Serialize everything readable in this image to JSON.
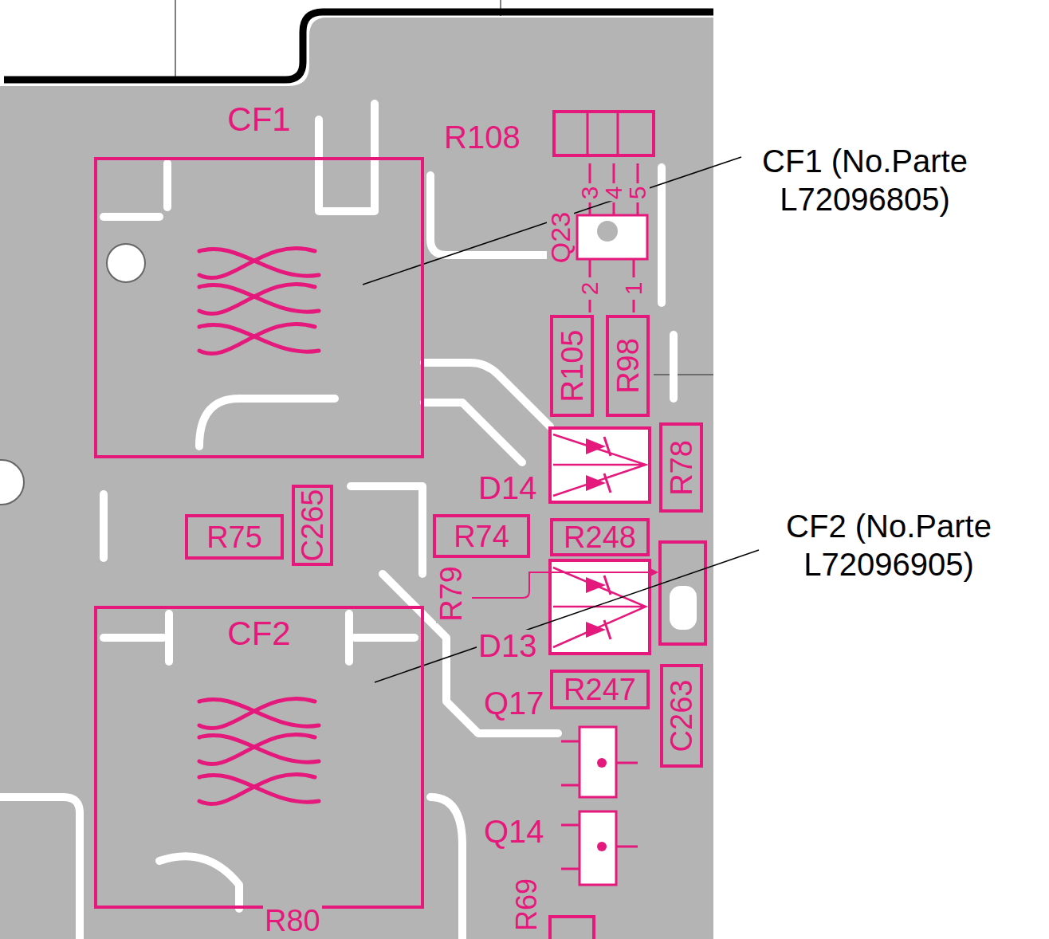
{
  "diagram": {
    "nodes": [
      {
        "text": [
          "CF1"
        ]
      },
      {
        "text": [
          "R105"
        ]
      },
      {
        "text": [
          "R98"
        ]
      },
      {
        "text": [
          "R78"
        ]
      },
      {
        "text": [
          "R75"
        ]
      },
      {
        "text": [
          "C265"
        ]
      },
      {
        "text": [
          "R74"
        ]
      },
      {
        "text": [
          "R248"
        ]
      },
      {
        "text": [
          "CF2"
        ]
      },
      {
        "text": [
          "R247"
        ]
      },
      {
        "text": [
          "C263"
        ]
      }
    ],
    "labels": [
      "R108",
      "3",
      "4",
      "5",
      "Q23",
      "2",
      "1",
      "D14",
      "R79",
      "D13",
      "Q17",
      "Q14",
      "R69",
      "R80",
      "CF1 (No.Parte L72096805)",
      "CF2 (No.Parte L72096905)"
    ]
  }
}
